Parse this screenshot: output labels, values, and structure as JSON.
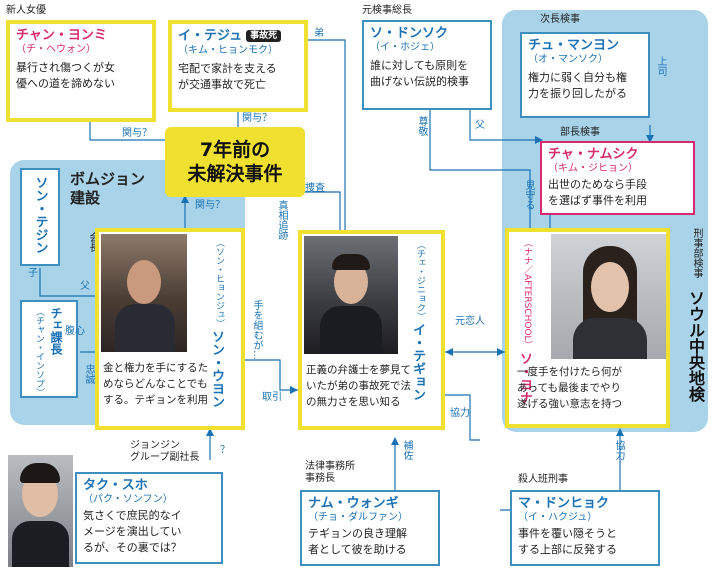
{
  "groups": {
    "bomjeon": "ボムジョン\n建設",
    "seoul": "ソウル中央地検"
  },
  "center": {
    "title": "7年前の\n未解決事件"
  },
  "people": {
    "chan": {
      "role": "新人女優",
      "name": "チャン・ヨンミ",
      "reading": "（チ・ヘウォン）",
      "desc": "暴行され傷つくが女\n優への道を諦めない"
    },
    "lee_tejun": {
      "name": "イ・テジュ",
      "badge": "事故死",
      "reading": "（キム・ヒョンモク）",
      "desc": "宅配で家計を支える\nが交通事故で死亡"
    },
    "so_dongsok": {
      "role": "元検事総長",
      "name": "ソ・ドンソク",
      "reading": "（イ・ホジェ）",
      "desc": "誰に対しても原則を\n曲げない伝説的検事"
    },
    "chu": {
      "role": "次長検事",
      "name": "チュ・マンヨン",
      "reading": "（オ・マンソク）",
      "desc": "権力に弱く自分も権\n力を振り回したがる"
    },
    "cha": {
      "role": "部長検事",
      "name": "チャ・ナムシク",
      "reading": "（キム・ジヒョン）",
      "desc": "出世のためなら手段\nを選ばず事件を利用"
    },
    "son_tejin": {
      "name": "ソン・テジン"
    },
    "che": {
      "name": "チェ課長",
      "reading": "（チャン・インソプ）"
    },
    "son_uyon": {
      "role": "会長",
      "name": "ソン・ウヨン",
      "reading": "（ソン・ヒョンジュ）",
      "desc": "金と権力を手にするた\nめならどんなことでも\nする。テギョンを利用"
    },
    "lee_tegyon": {
      "name": "イ・テギョン",
      "reading": "（チェ・ジニョク）",
      "desc": "正義の弁護士を夢見て\nいたが弟の事故死で法\nの無力さを思い知る"
    },
    "so_yona": {
      "role": "刑事部検事",
      "name": "ソ・ヨナ",
      "reading": "（ナナ／AFTERSCHOOL）",
      "desc": "一度手を付けたら何が\nあっても最後までやり\n遂げる強い意志を持つ"
    },
    "tak": {
      "role": "ジョンジン\nグループ副社長",
      "name": "タク・スホ",
      "reading": "（パク・ソンフン）",
      "desc": "気さくで庶民的なイ\nメージを演出してい\nるが、その裏では？"
    },
    "nam": {
      "role": "法律事務所\n事務長",
      "name": "ナム・ウォンギ",
      "reading": "（チョ・ダルファン）",
      "desc": "テギョンの良き理解\n者として彼を助ける"
    },
    "ma": {
      "role": "殺人班刑事",
      "name": "マ・ドンヒョク",
      "reading": "（イ・ハクジュ）",
      "desc": "事件を覆い隠そうと\nする上部に反発する"
    }
  },
  "relations": {
    "kanyo1": "関与？",
    "kanyo2": "関与？",
    "kanyo3": "関与？",
    "otouto": "弟",
    "chichi": "父",
    "sonkei": "尊敬",
    "joushi": "上司",
    "mimamoru": "見守る",
    "sousa": "捜査",
    "shinsou": "真相追跡",
    "ko": "子",
    "chichi2": "父",
    "fukushin": "腹心",
    "chuusei": "忠誠",
    "te_kumu": "手を組むが…",
    "torihiki": "取引",
    "motokoibito": "元恋人",
    "kyouryoku1": "協力",
    "kyouryoku2": "協力",
    "hosa": "補佐",
    "question": "？"
  },
  "colors": {
    "yellow": "#f0e030",
    "blue": "#1a72b5",
    "pink": "#d62a6e",
    "group": "#a9d3e9"
  }
}
